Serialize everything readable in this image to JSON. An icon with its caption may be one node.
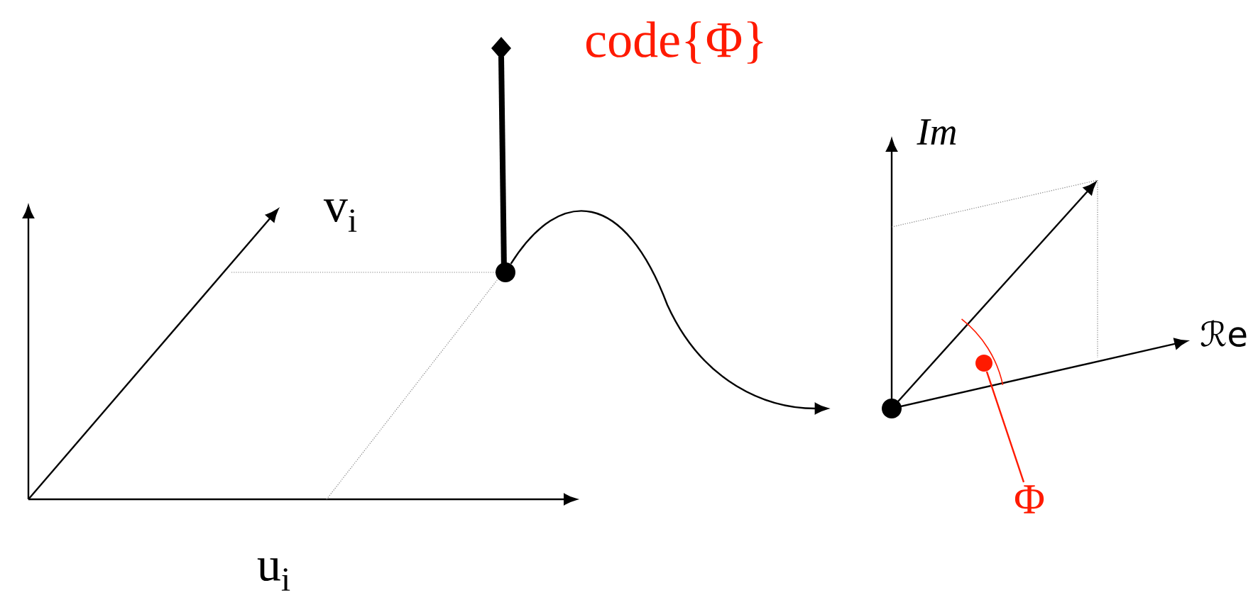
{
  "diagram": {
    "nodes": [
      {
        "text": [],
        "shape": "circle"
      },
      {
        "text": [],
        "shape": "circle"
      },
      {
        "text": [
          "Φ"
        ]
      },
      {
        "text": [],
        "shape": "circle"
      }
    ],
    "edges": [
      {
        "from": 0,
        "to": 1,
        "arrow": "to"
      },
      {
        "from": 2,
        "to": 3,
        "arrow": "none",
        "color": "#ff1a00"
      }
    ],
    "labels": [
      "code{Φ}",
      "v$_{i}$",
      "u$_{i}$",
      "*Im*",
      "ℛe"
    ]
  }
}
